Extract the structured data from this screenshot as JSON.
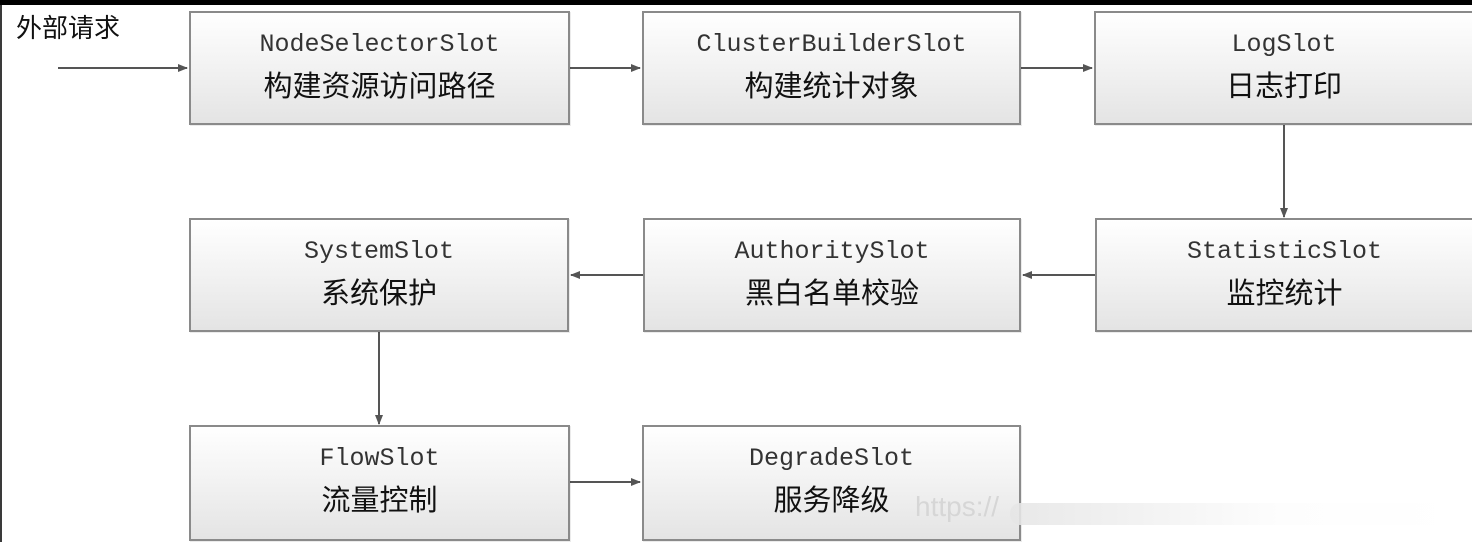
{
  "entry_label": "外部请求",
  "nodes": [
    {
      "id": "node-selector-slot",
      "slot": "NodeSelectorSlot",
      "desc": "构建资源访问路径"
    },
    {
      "id": "cluster-builder-slot",
      "slot": "ClusterBuilderSlot",
      "desc": "构建统计对象"
    },
    {
      "id": "log-slot",
      "slot": "LogSlot",
      "desc": "日志打印"
    },
    {
      "id": "statistic-slot",
      "slot": "StatisticSlot",
      "desc": "监控统计"
    },
    {
      "id": "authority-slot",
      "slot": "AuthoritySlot",
      "desc": "黑白名单校验"
    },
    {
      "id": "system-slot",
      "slot": "SystemSlot",
      "desc": "系统保护"
    },
    {
      "id": "flow-slot",
      "slot": "FlowSlot",
      "desc": "流量控制"
    },
    {
      "id": "degrade-slot",
      "slot": "DegradeSlot",
      "desc": "服务降级"
    }
  ],
  "watermark": "https://",
  "colors": {
    "border": "#8a8a8a",
    "arrow": "#555555",
    "box_top": "#ffffff",
    "box_bottom": "#e4e4e4"
  }
}
